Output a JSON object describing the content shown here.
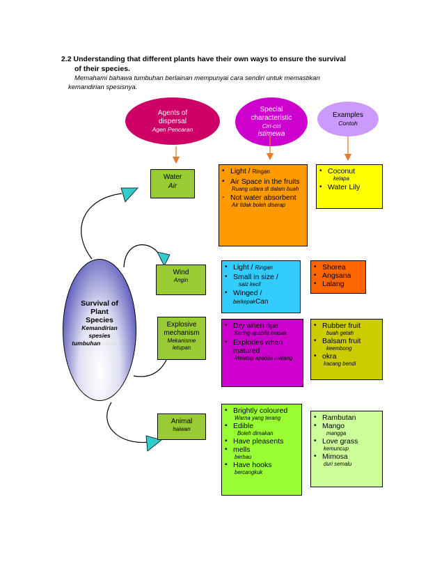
{
  "heading": {
    "number": "2.2",
    "title_line1": "Understanding that different plants have their own ways to ensure the survival",
    "title_line2": "of their  species.",
    "subtitle_line1": "Memahami bahawa tumbuhan berlainan mempunyai cara sendiri untuk memastikan",
    "subtitle_line2": "kemandirian spesisnya."
  },
  "headers": {
    "agents": {
      "line1": "Agents of",
      "line2": "dispersal",
      "translation": "Agen Pencaran",
      "color": "#CC0066"
    },
    "special": {
      "line1": "Special",
      "line2": "characteristic",
      "translation": "Ciri-ciri",
      "translation2": "istimewa",
      "color": "#CC00CC"
    },
    "examples": {
      "line1": "Examples",
      "translation": "Contoh",
      "color": "#CC99FF"
    }
  },
  "center": {
    "line1": "Survival of",
    "line2": "Plant",
    "line3": "Species",
    "trans1": "Kemandirian",
    "trans2": "spesies",
    "trans3": "tumbuhan",
    "overflow": "microor",
    "color": "#1a1aa0"
  },
  "agents": [
    {
      "label": "Water",
      "translation": "Air"
    },
    {
      "label": "Wind",
      "translation": "Angin"
    },
    {
      "label1": "Explosive",
      "label2": "mechanism",
      "translation1": "Mekanisme",
      "translation2": "letupan"
    },
    {
      "label": "Animal",
      "translation": "haiwan"
    }
  ],
  "characteristics": {
    "water": [
      {
        "marker": "•",
        "text": "Light  / ",
        "small": "Ringan"
      },
      {
        "marker": "•",
        "text": "Air Space in the fruits",
        "tr": "Ruang udara di dalam  buah"
      },
      {
        "marker": "-",
        "text": "Not water absorbent",
        "tr": "Air tidak boleh diserap"
      }
    ],
    "wind": [
      {
        "marker": "•",
        "text": "Light / ",
        "small": "Ringan"
      },
      {
        "marker": "•",
        "text": "Small in size /",
        "tr": "saiz  kecil"
      },
      {
        "marker": "•",
        "text": "Winged /",
        "tr": "berkepak",
        "extra": "Can"
      }
    ],
    "explosive": [
      {
        "marker": "•",
        "text": "Dry when ripe",
        "tr": "Kering apabila masak"
      },
      {
        "marker": "•",
        "text": "Explodes when matured",
        "tr": "Meletup apabila matang"
      }
    ],
    "animal": [
      {
        "marker": "▪",
        "text": "Brightly coloured",
        "tr": "Warna yang terang"
      },
      {
        "marker": "▪",
        "text": "Edible",
        "tr": "Boleh  dimakan"
      },
      {
        "marker": "▪",
        "text": "Have pleasents"
      },
      {
        "marker": "▪",
        "text": "mells",
        "tr": "berbau"
      },
      {
        "marker": "▪",
        "text": "Have hooks",
        "tr": "bercangkuk"
      }
    ]
  },
  "examples": {
    "water": [
      {
        "marker": "•",
        "text": "Coconut",
        "tr": "kelapa"
      },
      {
        "marker": "•",
        "text": "Water Lily"
      }
    ],
    "wind": [
      {
        "marker": "•",
        "text": "Shorea"
      },
      {
        "marker": "•",
        "text": "Angsana"
      },
      {
        "marker": "•",
        "text": "Lalang"
      }
    ],
    "explosive": [
      {
        "marker": "•",
        "text": "Rubber fruit",
        "tr": "buah getah"
      },
      {
        "marker": "•",
        "text": "Balsam fruit",
        "tr": "keembong"
      },
      {
        "marker": "•",
        "text": "okra",
        "tr": "kacang bendi"
      }
    ],
    "animal": [
      {
        "marker": "•",
        "text": "Rambutan"
      },
      {
        "marker": "•",
        "text": "Mango",
        "tr": "mangga"
      },
      {
        "marker": "•",
        "text": "Love grass",
        "tr": "kemuncup"
      },
      {
        "marker": "•",
        "text": "Mimosa",
        "tr": "duri semalu"
      }
    ]
  },
  "colors": {
    "agent_box": "#99CC33",
    "water_char": "#FF9900",
    "wind_char": "#33CCFF",
    "explosive_char": "#CC00CC",
    "animal_char": "#99FF33",
    "water_ex": "#FFFF00",
    "wind_ex": "#FF6600",
    "explosive_ex": "#CCCC00",
    "animal_ex": "#CCFF99",
    "arrow": "#E87A2C",
    "curve_head": "#33CCCC"
  }
}
